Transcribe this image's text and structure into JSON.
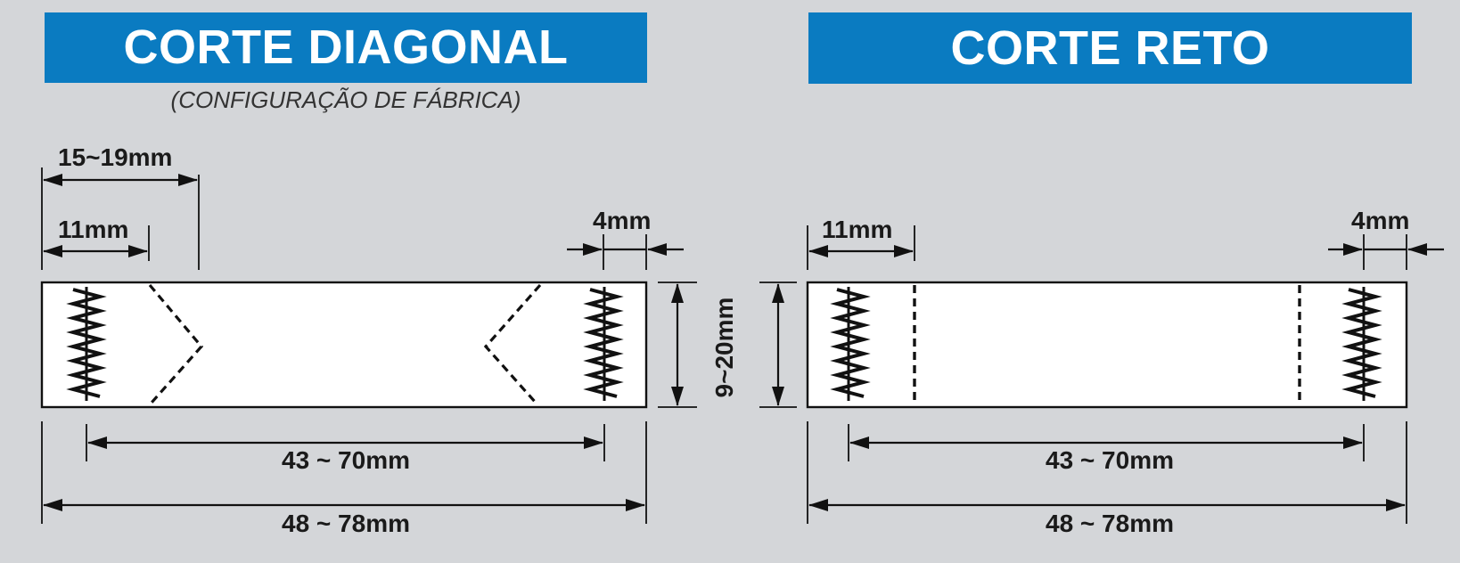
{
  "colors": {
    "background": "#d4d6d9",
    "banner": "#0a7bc1",
    "banner_text": "#ffffff",
    "line": "#111111",
    "label_fill": "#ffffff"
  },
  "left_panel": {
    "title": "CORTE DIAGONAL",
    "subtitle": "(CONFIGURAÇÃO DE FÁBRICA)",
    "dim_outer_cut": "15~19mm",
    "dim_inner_cut": "11mm",
    "dim_edge": "4mm",
    "dim_height": "9~20mm",
    "dim_inner_length": "43 ~ 70mm",
    "dim_total_length": "48 ~ 78mm",
    "cut_style": "diagonal-dashed"
  },
  "right_panel": {
    "title": "CORTE RETO",
    "dim_inner_cut": "11mm",
    "dim_edge": "4mm",
    "dim_inner_length": "43 ~ 70mm",
    "dim_total_length": "48 ~ 78mm",
    "cut_style": "straight-dashed"
  }
}
